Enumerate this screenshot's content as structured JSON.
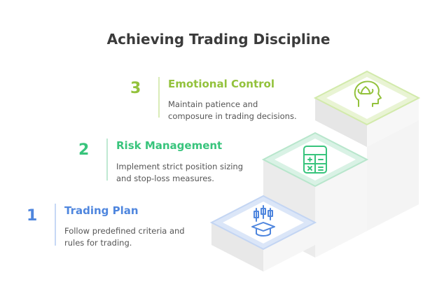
{
  "title": "Achieving Trading Discipline",
  "colors": {
    "step1": "#4f86de",
    "step2": "#38c47c",
    "step3": "#93c23c",
    "step1_fill": "#dbe6f8",
    "step2_fill": "#d9f2e5",
    "step3_fill": "#e9f4d4"
  },
  "steps": [
    {
      "number": "3",
      "heading": "Emotional Control",
      "desc_lines": [
        "Maintain patience and",
        "composure in trading decisions."
      ],
      "icon": "head-lotus-icon"
    },
    {
      "number": "2",
      "heading": "Risk Management",
      "desc_lines": [
        "Implement strict position sizing",
        "and stop-loss measures."
      ],
      "icon": "calculator-icon"
    },
    {
      "number": "1",
      "heading": "Trading Plan",
      "desc_lines": [
        "Follow predefined criteria and",
        "rules for trading."
      ],
      "icon": "candlestick-graduation-icon"
    }
  ]
}
